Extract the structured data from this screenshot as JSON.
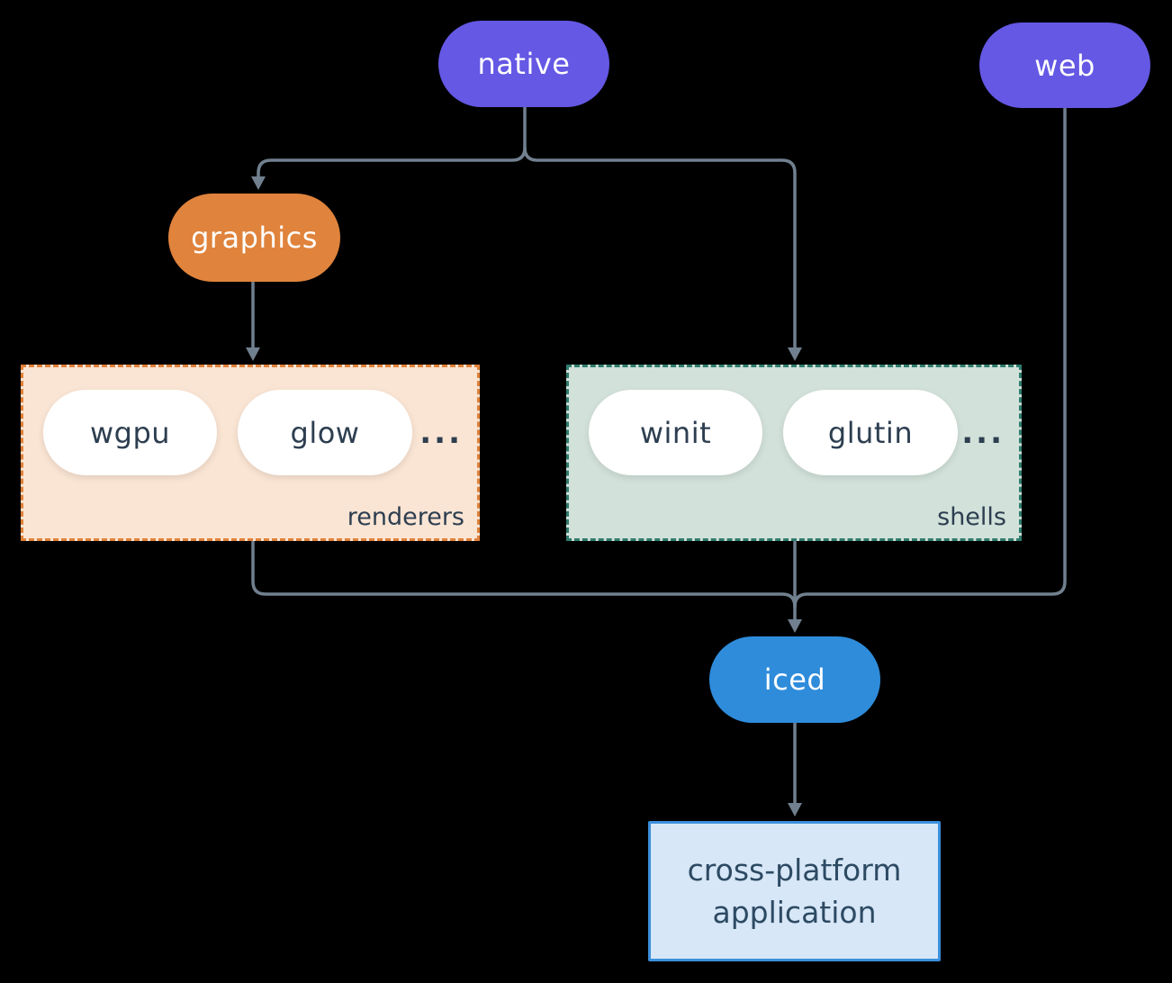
{
  "diagram": {
    "nodes": {
      "native": {
        "label": "native",
        "color": "#6458e4"
      },
      "web": {
        "label": "web",
        "color": "#6458e4"
      },
      "graphics": {
        "label": "graphics",
        "color": "#e0833c"
      },
      "iced": {
        "label": "iced",
        "color": "#2f8cdb"
      },
      "application": {
        "line1": "cross-platform",
        "line2": "application",
        "fill": "#d7e7f7",
        "border": "#3b8fdb"
      }
    },
    "groups": {
      "renderers": {
        "label": "renderers",
        "items": [
          {
            "label": "wgpu"
          },
          {
            "label": "glow"
          }
        ],
        "ellipsis": "...",
        "fill": "#fae4d3",
        "border": "#e0813a"
      },
      "shells": {
        "label": "shells",
        "items": [
          {
            "label": "winit"
          },
          {
            "label": "glutin"
          }
        ],
        "ellipsis": "...",
        "fill": "#d2e1da",
        "border": "#2e7c6e"
      }
    },
    "edges": [
      {
        "from": "native",
        "to": "graphics"
      },
      {
        "from": "native",
        "to": "shells"
      },
      {
        "from": "graphics",
        "to": "renderers"
      },
      {
        "from": "renderers",
        "to": "iced"
      },
      {
        "from": "shells",
        "to": "iced"
      },
      {
        "from": "web",
        "to": "iced"
      },
      {
        "from": "iced",
        "to": "application"
      }
    ],
    "connector_color": "#71808f",
    "text_color": "#2d3e50"
  }
}
